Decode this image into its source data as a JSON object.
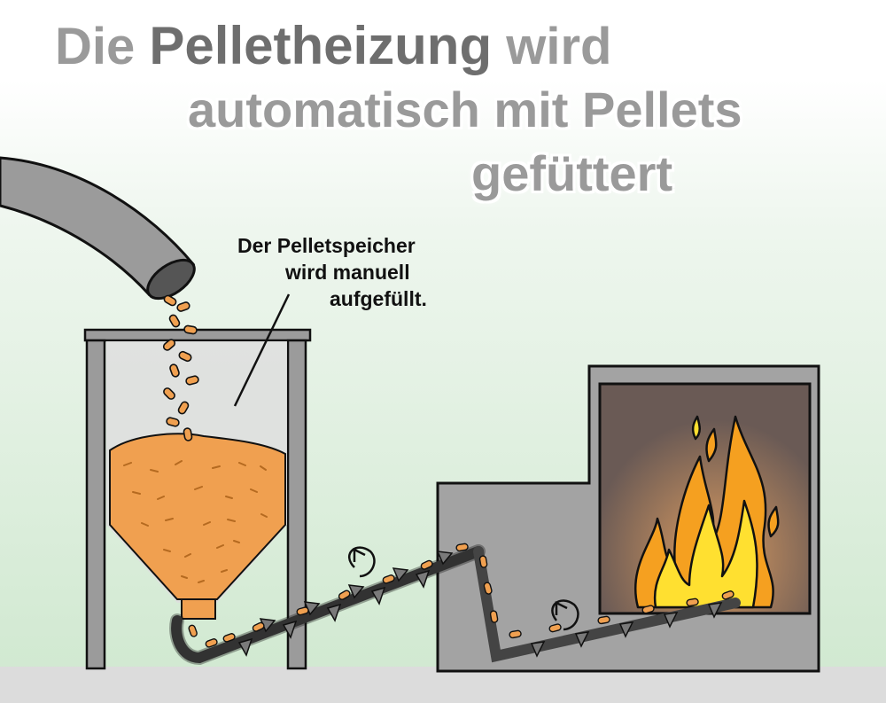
{
  "title": {
    "line1_pre": "Die",
    "line1_emphasis": "Pelletheizung",
    "line1_post": "wird",
    "line2": "automatisch mit Pellets",
    "line3": "gefüttert"
  },
  "callout": {
    "line1": "Der Pelletspeicher",
    "line2": "wird manuell",
    "line3": "aufgefüllt."
  },
  "colors": {
    "pellet": "#f0a050",
    "metal": "#9b9b9b",
    "hopper_glass": "#dedede",
    "boiler": "#a3a3a3",
    "firebox": "#6a5a55",
    "flame_yellow": "#ffe030",
    "flame_orange": "#f5a020"
  }
}
